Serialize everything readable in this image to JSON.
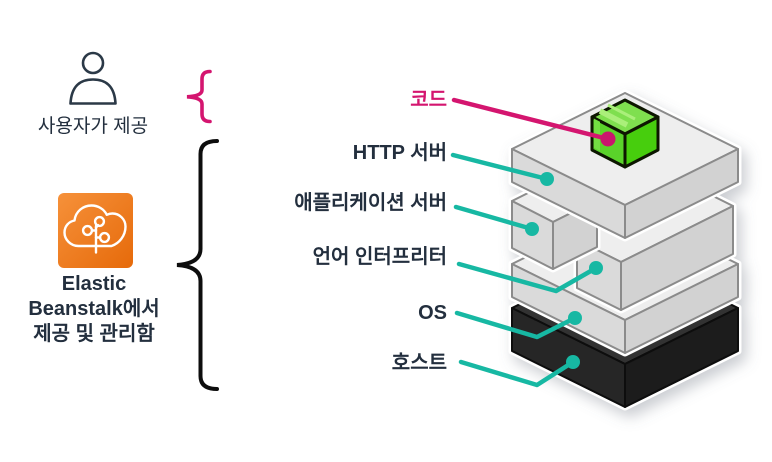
{
  "diagram": {
    "user_section": {
      "caption": "사용자가 제공"
    },
    "managed_section": {
      "line1": "Elastic",
      "line2": "Beanstalk에서",
      "line3": "제공 및 관리함"
    },
    "labels": {
      "code": "코드",
      "http_server": "HTTP 서버",
      "app_server": "애플리케이션 서버",
      "interpreter": "언어 인터프리터",
      "os": "OS",
      "host": "호스트"
    },
    "colors": {
      "accent_pink": "#d4156f",
      "accent_teal": "#17b8a3",
      "text_dark": "#232f3e",
      "aws_orange": "#ec7211",
      "cube_green": "#4fd41a",
      "host_dark": "#1f1f1f",
      "slab_gray": "#dcdcdc"
    }
  }
}
